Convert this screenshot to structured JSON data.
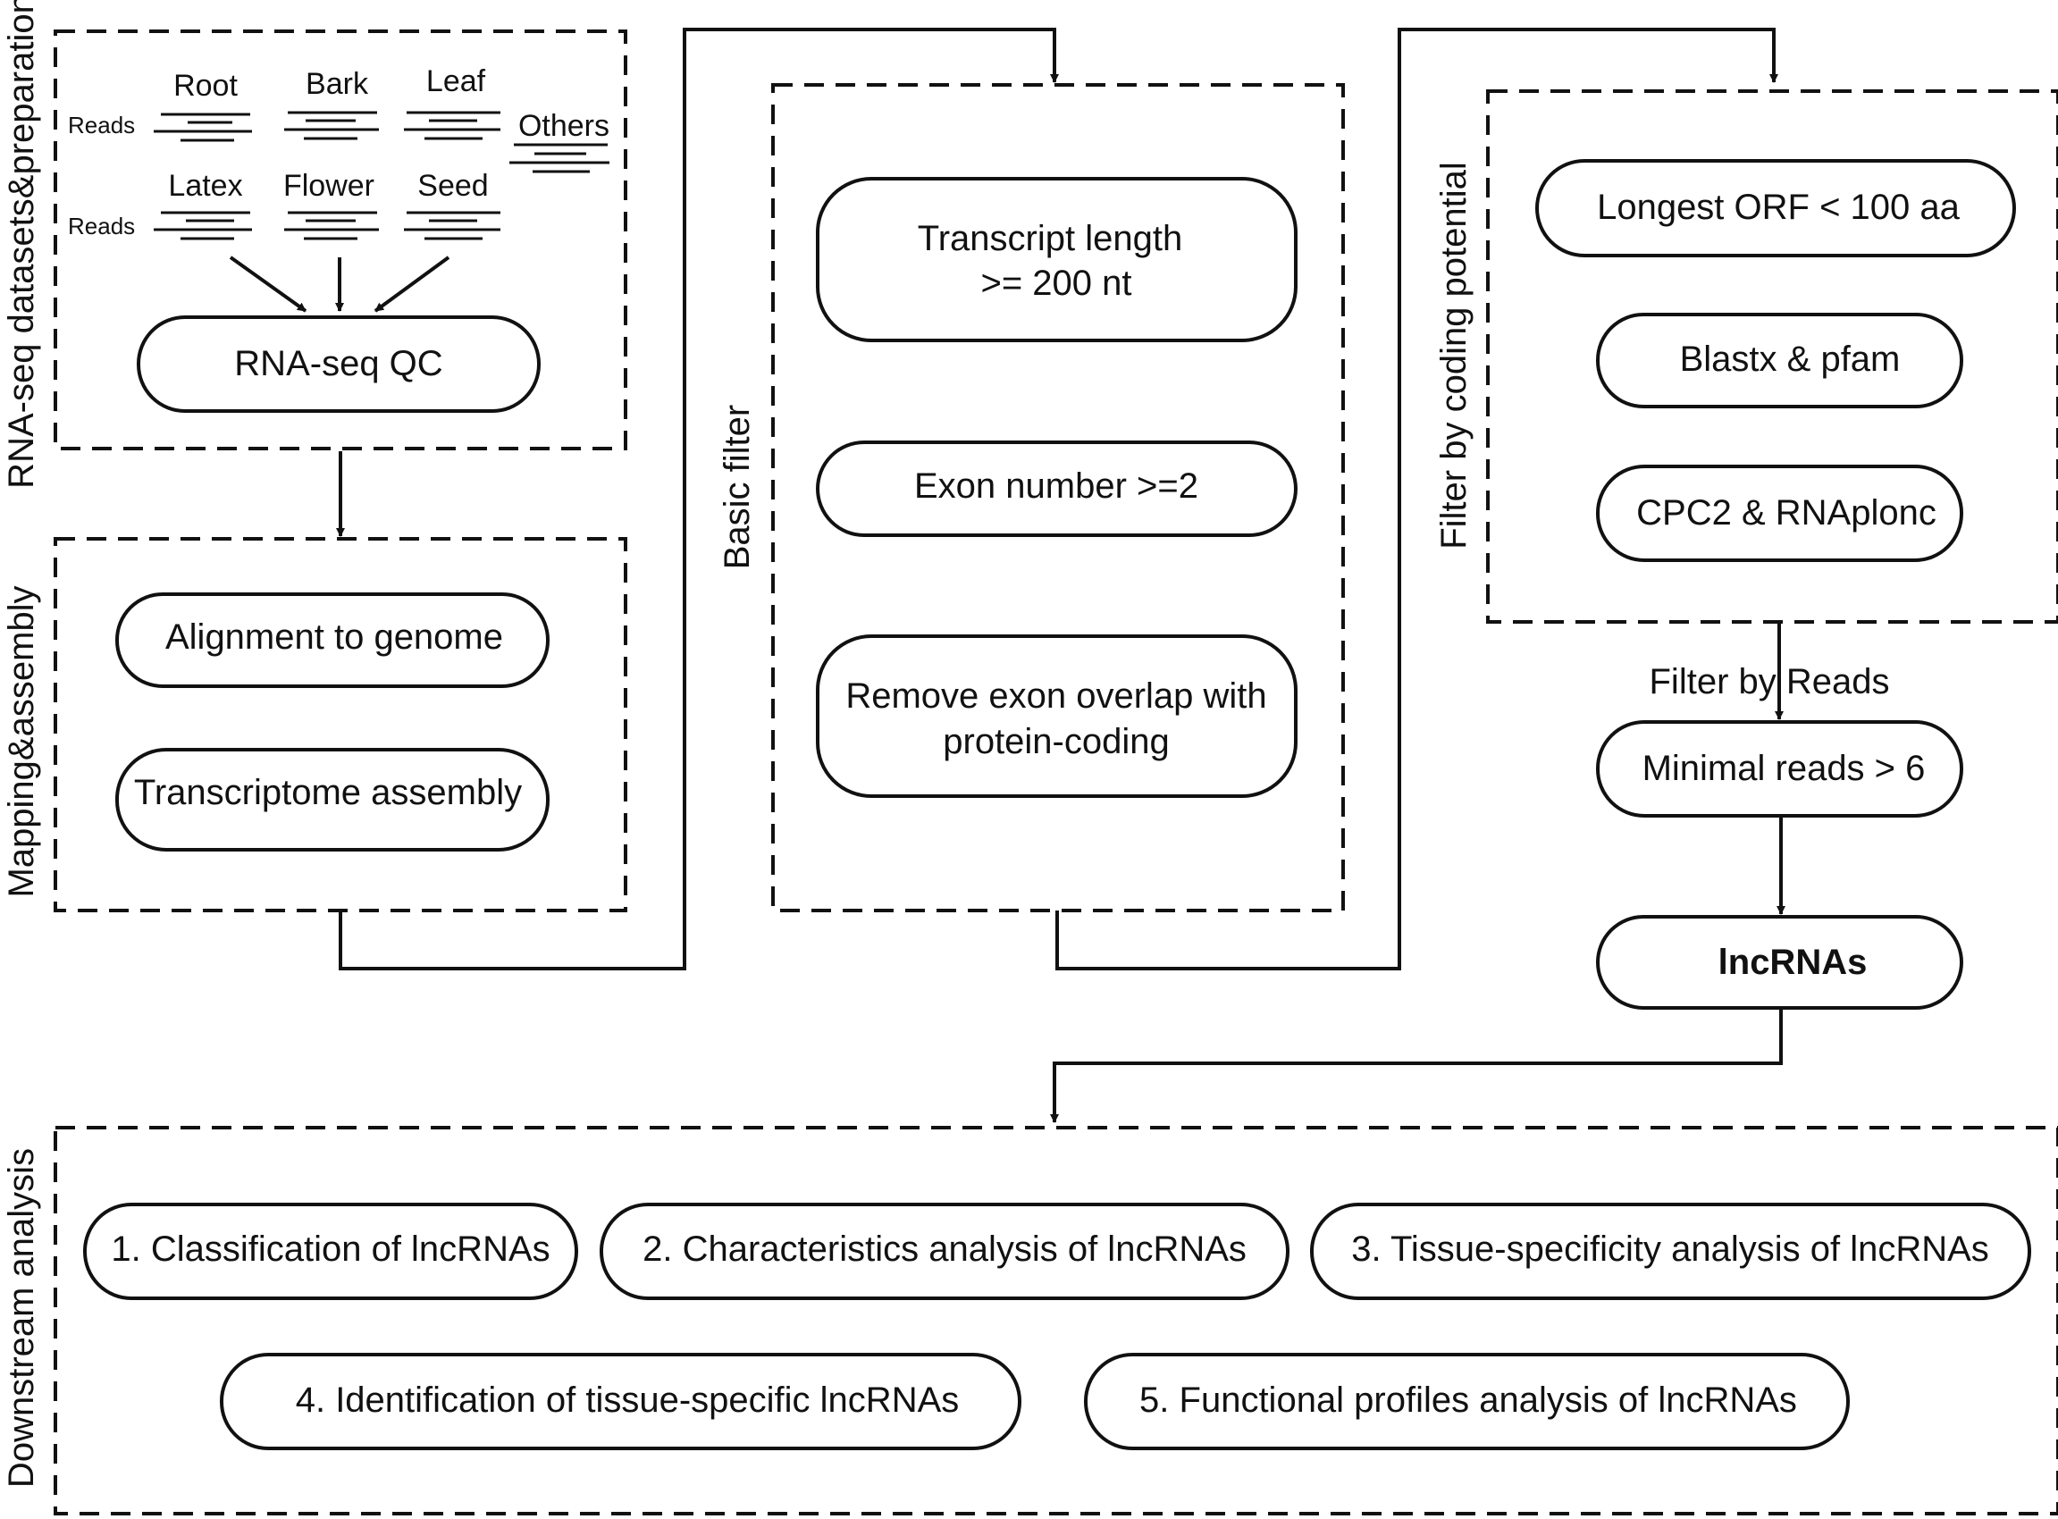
{
  "stage1": {
    "title": "RNA-seq datasets&preparation",
    "reads_label_1": "Reads",
    "reads_label_2": "Reads",
    "tissues": {
      "root": "Root",
      "bark": "Bark",
      "leaf": "Leaf",
      "others": "Others",
      "latex": "Latex",
      "flower": "Flower",
      "seed": "Seed"
    },
    "qc": "RNA-seq QC"
  },
  "stage2": {
    "title": "Mapping&assembly",
    "alignment": "Alignment to genome",
    "assembly": "Transcriptome assembly"
  },
  "stage3": {
    "title": "Basic filter",
    "length_line1": "Transcript length",
    "length_line2": ">= 200 nt",
    "exon": "Exon number >=2",
    "overlap_line1": "Remove exon overlap with",
    "overlap_line2": "protein-coding"
  },
  "stage4": {
    "title": "Filter by coding potential",
    "orf": "Longest ORF < 100 aa",
    "blastx": "Blastx & pfam",
    "cpc2": "CPC2 & RNAplonc"
  },
  "stage5": {
    "filter_label": "Filter by Reads",
    "minimal": "Minimal reads > 6",
    "result": "lncRNAs"
  },
  "stage6": {
    "title": "Downstream analysis",
    "item1": "1. Classification of lncRNAs",
    "item2": "2. Characteristics analysis of lncRNAs",
    "item3": "3. Tissue-specificity analysis of lncRNAs",
    "item4": "4. Identification of tissue-specific lncRNAs",
    "item5": "5. Functional profiles analysis of lncRNAs"
  }
}
